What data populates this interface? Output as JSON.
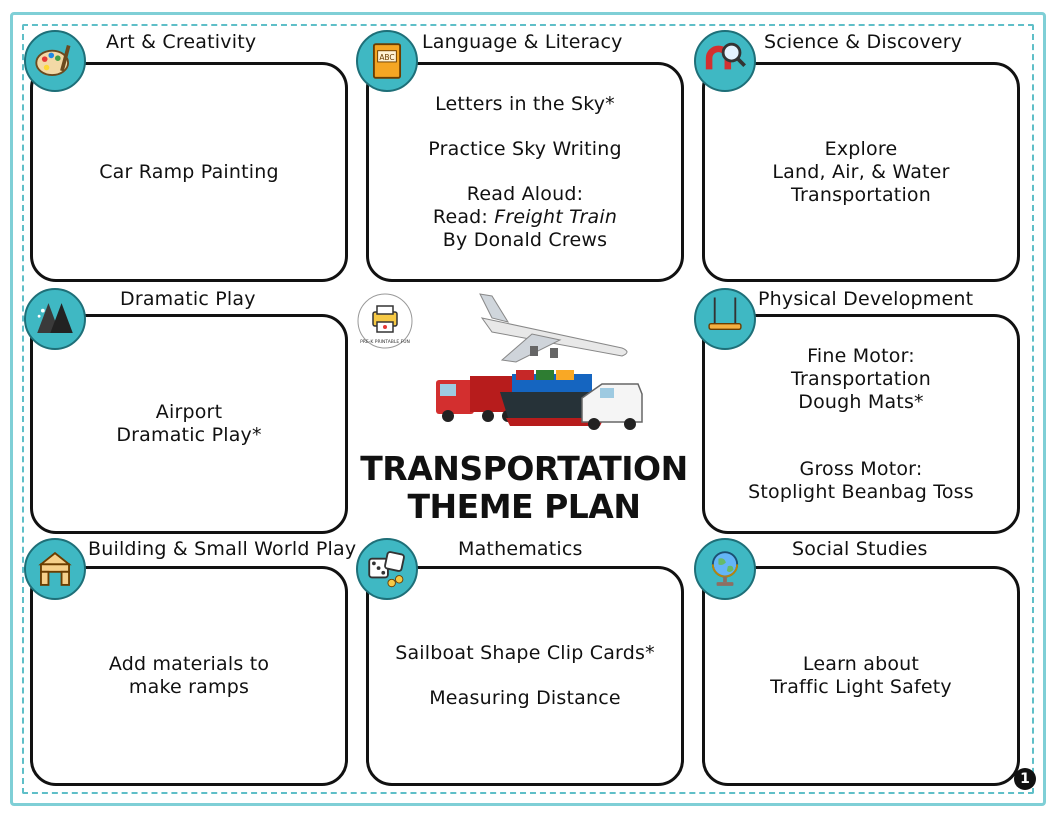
{
  "title": {
    "line1": "TRANSPORTATION",
    "line2": "THEME PLAN"
  },
  "page_number": "1",
  "centers": {
    "art": {
      "label": "Art & Creativity",
      "lines": [
        "Car Ramp Painting"
      ],
      "icon": "palette-icon"
    },
    "literacy": {
      "label": "Language & Literacy",
      "line1": "Letters in the Sky*",
      "line2": "Practice Sky Writing",
      "line3": "Read Aloud:",
      "line4_prefix": "Read: ",
      "line4_title": "Freight Train",
      "line5": "By Donald Crews",
      "icon": "abc-book-icon"
    },
    "science": {
      "label": "Science & Discovery",
      "line1": "Explore",
      "line2": "Land, Air, & Water",
      "line3": "Transportation",
      "icon": "magnifier-magnet-icon"
    },
    "dramatic": {
      "label": "Dramatic Play",
      "line1": "Airport",
      "line2": "Dramatic Play*",
      "icon": "theater-curtain-icon"
    },
    "physical": {
      "label": "Physical Development",
      "line1": "Fine Motor:",
      "line2": "Transportation",
      "line3": "Dough Mats*",
      "line4": "Gross Motor:",
      "line5": "Stoplight Beanbag Toss",
      "icon": "swing-icon"
    },
    "building": {
      "label": "Building & Small World Play",
      "line1": "Add materials to",
      "line2": "make ramps",
      "icon": "blocks-icon"
    },
    "math": {
      "label": "Mathematics",
      "line1": "Sailboat Shape Clip Cards*",
      "line2": "Measuring Distance",
      "icon": "dice-icon"
    },
    "social": {
      "label": "Social Studies",
      "line1": "Learn about",
      "line2": "Traffic Light Safety",
      "icon": "globe-icon"
    }
  },
  "logo_text": "PRE-K PRINTABLE FUN",
  "colors": {
    "accent": "#3fb8c3",
    "frame": "#7fcfd6",
    "ink": "#111111"
  }
}
